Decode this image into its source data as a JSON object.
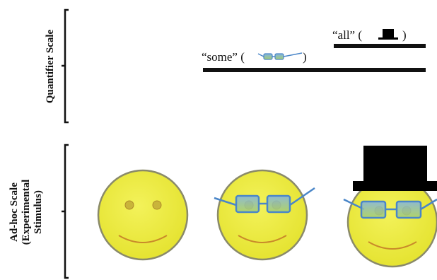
{
  "axis_labels": {
    "quantifier": "Quantifier Scale",
    "adhoc_line1": "Ad-hoc Scale",
    "adhoc_line2": "(Experimental",
    "adhoc_line3": "Stimulus)"
  },
  "quantifier_items": [
    {
      "open": "“some” (",
      "close": ")",
      "icon": "glasses-icon"
    },
    {
      "open": "“all” (",
      "close": ")",
      "icon": "top-hat-icon"
    }
  ],
  "faces": [
    {
      "name": "plain-face",
      "glasses": false,
      "hat": false
    },
    {
      "name": "glasses-face",
      "glasses": true,
      "hat": false
    },
    {
      "name": "glasses-hat-face",
      "glasses": true,
      "hat": true
    }
  ],
  "colors": {
    "face_fill": "#ecea3c",
    "face_outline": "#8a8a6a",
    "eye": "#c9a43a",
    "mouth": "#c98a2a",
    "glasses_frame": "#4a86c8",
    "glasses_lens": "#8ec0d8",
    "hat": "#000000",
    "bar": "#111111"
  }
}
